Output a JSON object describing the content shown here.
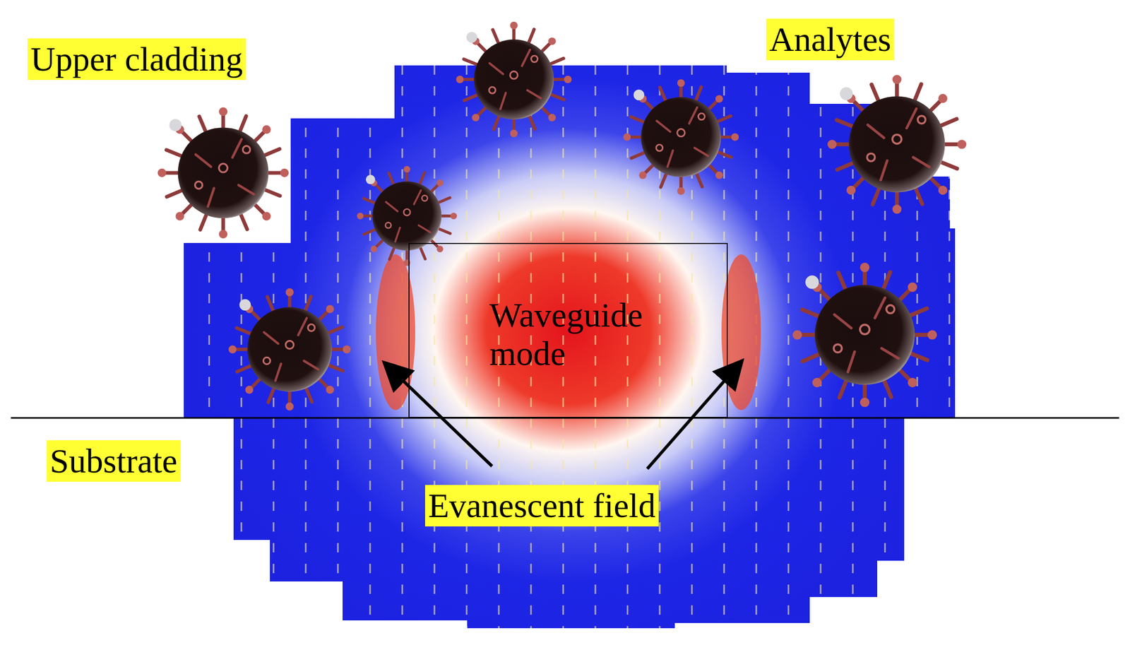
{
  "diagram": {
    "nodes": [
      {
        "text": [
          "Waveguide mode"
        ]
      }
    ],
    "labels": [
      "Upper cladding",
      "Analytes",
      "Substrate",
      "Evanescent field"
    ]
  }
}
